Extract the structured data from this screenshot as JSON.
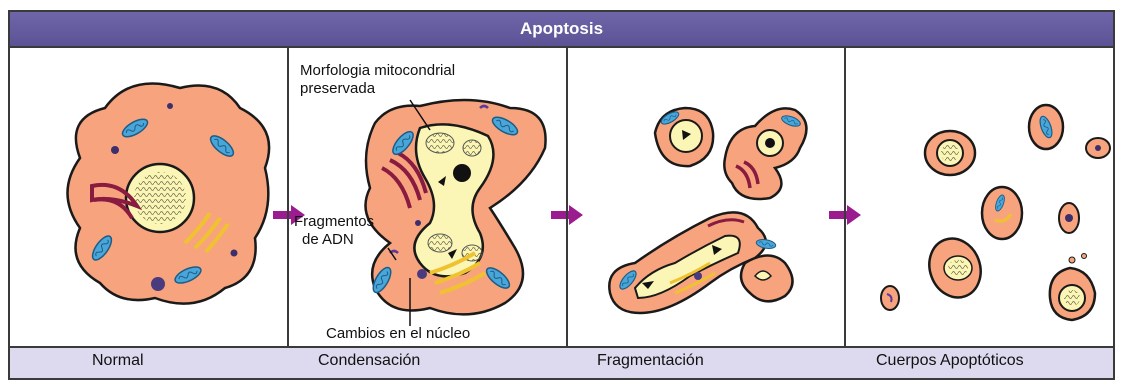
{
  "title": "Apoptosis",
  "stages": [
    "Normal",
    "Condensación",
    "Fragmentación",
    "Cuerpos Apoptóticos"
  ],
  "annotations": {
    "mito_line1": "Morfologia mitocondrial",
    "mito_line2": "preservada",
    "dna_line1": "Fragmentos",
    "dna_line2": "de ADN",
    "nucleus": "Cambios en el núcleo"
  },
  "colors": {
    "header": "#5b5396",
    "caption_bar": "#ddd9ef",
    "cytoplasm": "#f7a47e",
    "nucleus": "#fbf6b6",
    "mitochondria": "#49a6d8",
    "er": "#8a1b40",
    "golgi": "#f0c230",
    "arrow": "#9b1c8f"
  }
}
